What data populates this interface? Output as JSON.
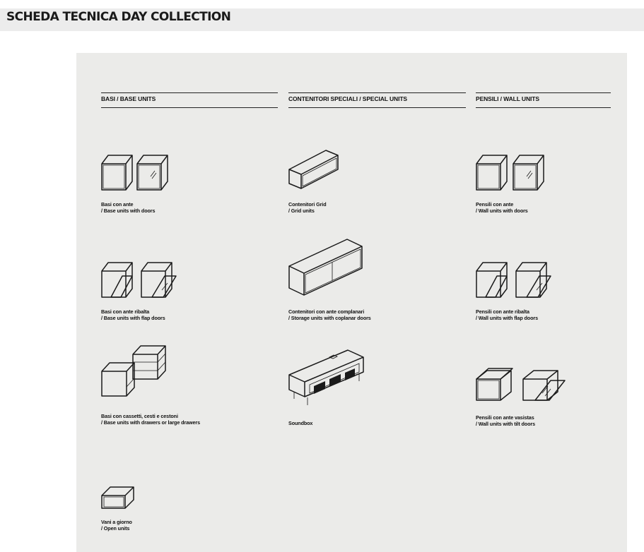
{
  "header": {
    "title": "SCHEDA TECNICA DAY COLLECTION"
  },
  "columns": [
    {
      "heading": "BASI / BASE UNITS"
    },
    {
      "heading": "CONTENITORI SPECIALI / SPECIAL UNITS"
    },
    {
      "heading": "PENSILI / WALL UNITS"
    }
  ],
  "items": {
    "base_doors": {
      "line1": "Basi con ante",
      "line2": "/ Base units with doors"
    },
    "base_flap": {
      "line1": "Basi con ante ribalta",
      "line2": "/ Base units with flap doors"
    },
    "base_drawers": {
      "line1": "Basi con cassetti, cesti e cestoni",
      "line2": "/ Base units with drawers or large drawers"
    },
    "open_units": {
      "line1": "Vani a giorno",
      "line2": "/ Open units"
    },
    "grid": {
      "line1": "Contenitori Grid",
      "line2": "/ Grid units"
    },
    "coplanar": {
      "line1": "Contenitori con ante complanari",
      "line2": "/ Storage units with coplanar doors"
    },
    "soundbox": {
      "line1": "Soundbox"
    },
    "wall_doors": {
      "line1": "Pensili con ante",
      "line2": "/ Wall units with doors"
    },
    "wall_flap": {
      "line1": "Pensili con ante ribalta",
      "line2": "/ Wall units with flap doors"
    },
    "wall_tilt": {
      "line1": "Pensili con ante vasistas",
      "line2": "/ Wall units with tilt doors"
    }
  }
}
